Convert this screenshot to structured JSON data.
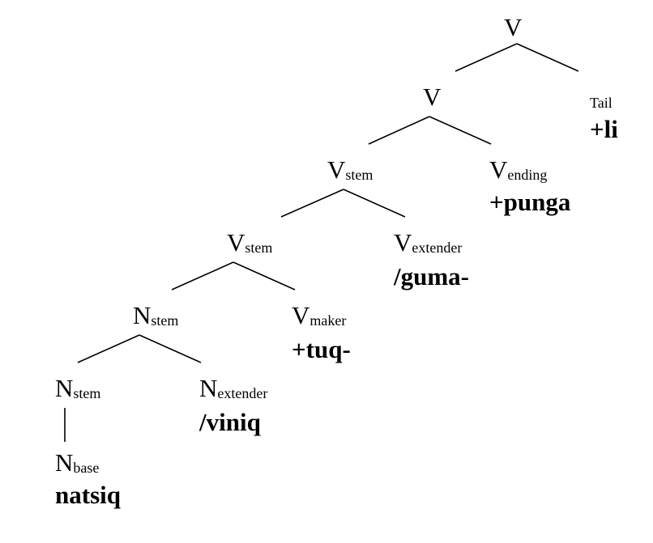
{
  "nodes": {
    "v_top": {
      "main": "V",
      "sub": ""
    },
    "v_mid": {
      "main": "V",
      "sub": ""
    },
    "tail": {
      "text": "Tail"
    },
    "vstem_upper": {
      "main": "V",
      "sub": "stem"
    },
    "vending": {
      "main": "V",
      "sub": "ending"
    },
    "vstem_lower": {
      "main": "V",
      "sub": "stem"
    },
    "vextender": {
      "main": "V",
      "sub": "extender"
    },
    "nstem_upper": {
      "main": "N",
      "sub": "stem"
    },
    "vmaker": {
      "main": "V",
      "sub": "maker"
    },
    "nstem_lower": {
      "main": "N",
      "sub": "stem"
    },
    "nextender": {
      "main": "N",
      "sub": "extender"
    },
    "nbase": {
      "main": "N",
      "sub": "base"
    }
  },
  "morphemes": {
    "tail": "+li",
    "vending": "+punga",
    "vextender": "/guma-",
    "vmaker": "+tuq-",
    "nextender": "/viniq",
    "nbase": "natsiq"
  }
}
